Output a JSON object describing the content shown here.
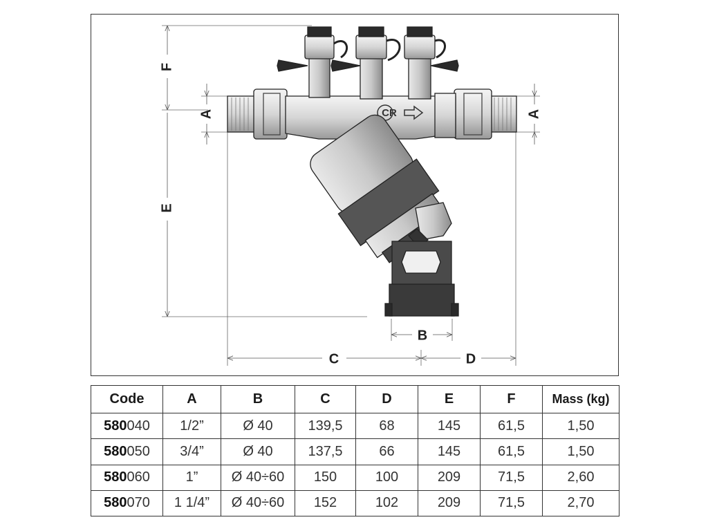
{
  "dimension_labels": {
    "A_left": "A",
    "A_right": "A",
    "B": "B",
    "C": "C",
    "D": "D",
    "E": "E",
    "F": "F"
  },
  "logo_text": "CR",
  "table": {
    "headers": [
      "Code",
      "A",
      "B",
      "C",
      "D",
      "E",
      "F",
      "Mass (kg)"
    ],
    "rows": [
      {
        "code_prefix": "580",
        "code_suffix": "040",
        "A": "1/2”",
        "B": "Ø 40",
        "C": "139,5",
        "D": "68",
        "E": "145",
        "F": "61,5",
        "mass": "1,50"
      },
      {
        "code_prefix": "580",
        "code_suffix": "050",
        "A": "3/4”",
        "B": "Ø 40",
        "C": "137,5",
        "D": "66",
        "E": "145",
        "F": "61,5",
        "mass": "1,50"
      },
      {
        "code_prefix": "580",
        "code_suffix": "060",
        "A": "1”",
        "B": "Ø 40÷60",
        "C": "150",
        "D": "100",
        "E": "209",
        "F": "71,5",
        "mass": "2,60"
      },
      {
        "code_prefix": "580",
        "code_suffix": "070",
        "A": "1 1/4”",
        "B": "Ø 40÷60",
        "C": "152",
        "D": "102",
        "E": "209",
        "F": "71,5",
        "mass": "2,70"
      }
    ]
  }
}
